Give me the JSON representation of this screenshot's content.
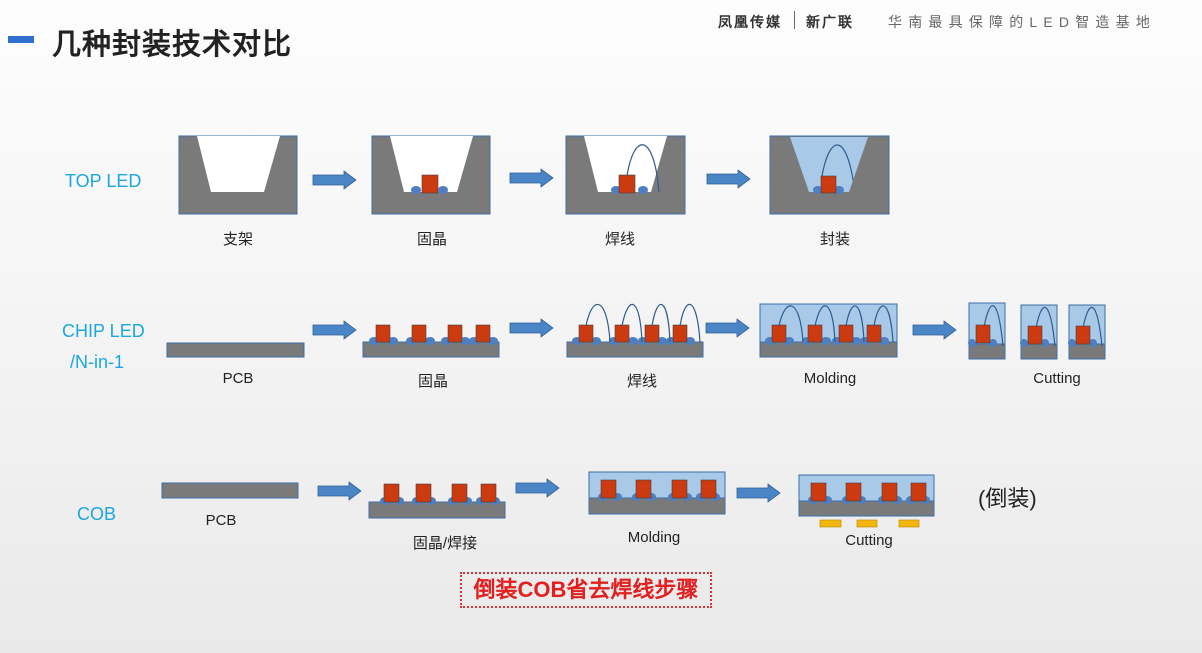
{
  "header": {
    "title": "几种封装技术对比",
    "brand_left": "凤凰传媒",
    "brand_right": "新广联",
    "slogan": "华南最具保障的LED智造基地"
  },
  "rows": [
    {
      "label": "TOP LED",
      "steps": [
        "支架",
        "固晶",
        "焊线",
        "封装"
      ]
    },
    {
      "label_line1": "CHIP LED",
      "label_line2": "/N-in-1",
      "steps": [
        "PCB",
        "固晶",
        "焊线",
        "Molding",
        "Cutting"
      ]
    },
    {
      "label": "COB",
      "steps": [
        "PCB",
        "固晶/焊接",
        "Molding",
        "Cutting"
      ],
      "extra": "(倒装)"
    }
  ],
  "note": "倒装COB省去焊线步骤",
  "colors": {
    "body_gray": "#7a7a7a",
    "chip_red": "#cc3a10",
    "encap_blue": "#a9c9e8",
    "glue_blue": "#4e7fc2",
    "arrow_blue": "#4a86c6",
    "pad_yellow": "#f2b60d",
    "label_cyan": "#1aa7e0",
    "note_red": "#e22020"
  }
}
